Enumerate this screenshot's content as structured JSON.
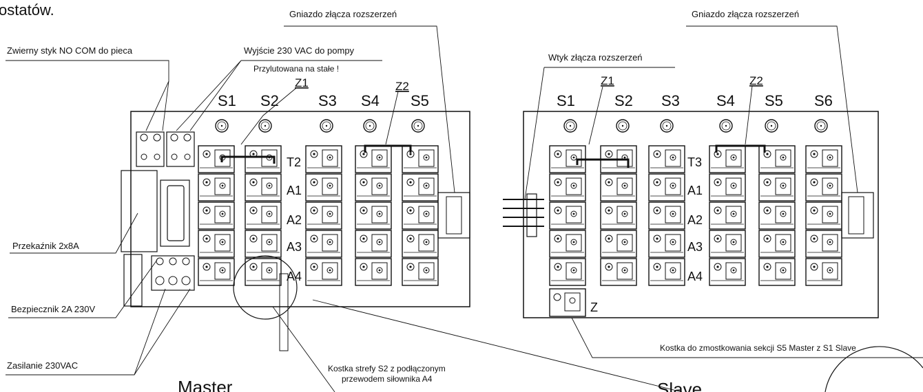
{
  "top_fragment": "ostatów.",
  "master": {
    "title": "Master",
    "sections": [
      "S1",
      "S2",
      "S3",
      "S4",
      "S5"
    ],
    "zone_labels": [
      "Z1",
      "Z2"
    ],
    "row_labels": [
      "T2",
      "A1",
      "A2",
      "A3",
      "A4"
    ]
  },
  "slave": {
    "title": "Slave",
    "sections": [
      "S1",
      "S2",
      "S3",
      "S4",
      "S5",
      "S6"
    ],
    "zone_labels": [
      "Z1",
      "Z2"
    ],
    "row_labels": [
      "T3",
      "A1",
      "A2",
      "A3",
      "A4"
    ],
    "z_label": "Z"
  },
  "callouts": {
    "relay_contact": "Zwierny styk NO COM do pieca",
    "pump_output": "Wyjście 230 VAC do pompy",
    "soldered": "Przylutowana na stałe !",
    "ext_socket_master": "Gniazdo  złącza rozszerzeń",
    "ext_socket_slave": "Gniazdo  złącza rozszerzeń",
    "ext_plug": "Wtyk złącza rozszerzeń",
    "relay": "Przekaźnik 2x8A",
    "fuse": "Bezpiecznik 2A 230V",
    "power": "Zasilanie 230VAC",
    "zone_block_line1": "Kostka strefy S2 z podłączonym",
    "zone_block_line2": "przewodem siłownika A4",
    "bridge_block": "Kostka do zmostkowania sekcji S5 Master z S1 Slave"
  }
}
